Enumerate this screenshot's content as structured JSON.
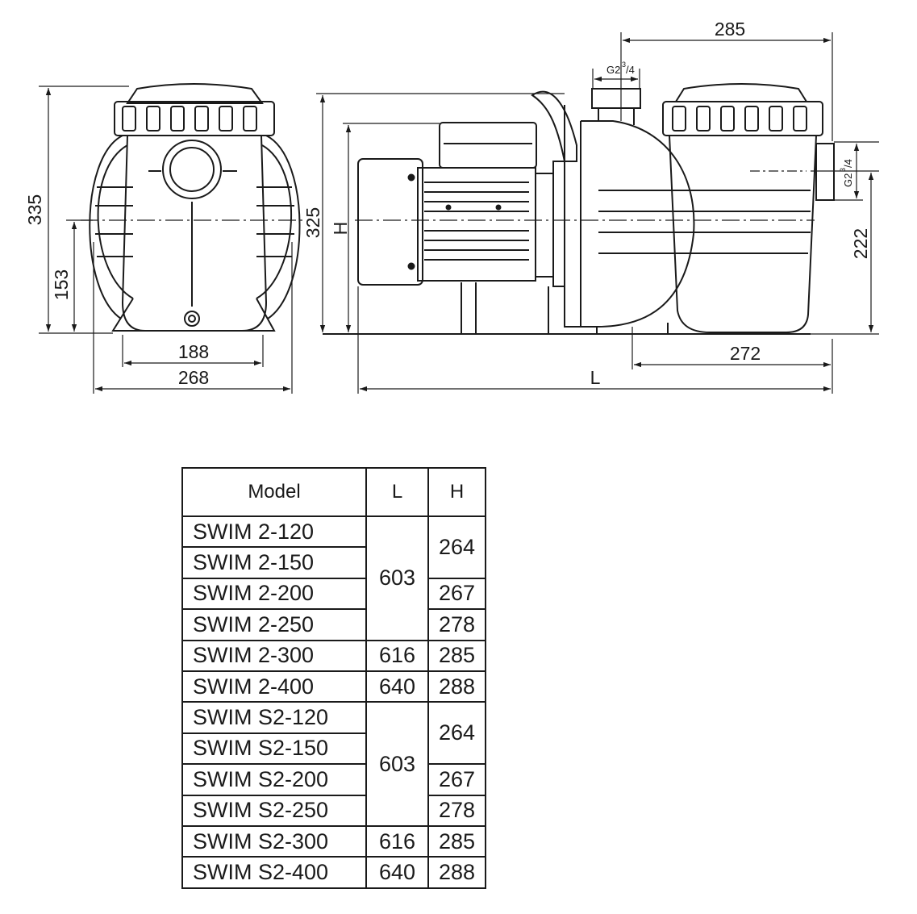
{
  "dimensions": {
    "front_height_total": "335",
    "front_axis_height": "153",
    "front_foot_spacing": "188",
    "front_width": "268",
    "side_height_total": "325",
    "side_height_var": "H",
    "side_top_to_outlet": "285",
    "side_axis_to_base": "222",
    "side_base_to_end": "272",
    "side_length_var": "L"
  },
  "threads": {
    "top_outlet": {
      "base": "G2",
      "num": "3",
      "den": "/4"
    },
    "side_inlet": {
      "base": "G2",
      "num": "3",
      "den": "/4"
    }
  },
  "table": {
    "headers": {
      "model": "Model",
      "l": "L",
      "h": "H"
    },
    "rows": [
      {
        "model": "SWIM 2-120",
        "l": "603",
        "h": "264"
      },
      {
        "model": "SWIM 2-150",
        "l": "603",
        "h": "264"
      },
      {
        "model": "SWIM 2-200",
        "l": "603",
        "h": "267"
      },
      {
        "model": "SWIM 2-250",
        "l": "603",
        "h": "278"
      },
      {
        "model": "SWIM 2-300",
        "l": "616",
        "h": "285"
      },
      {
        "model": "SWIM 2-400",
        "l": "640",
        "h": "288"
      },
      {
        "model": "SWIM S2-120",
        "l": "603",
        "h": "264"
      },
      {
        "model": "SWIM S2-150",
        "l": "603",
        "h": "264"
      },
      {
        "model": "SWIM S2-200",
        "l": "603",
        "h": "267"
      },
      {
        "model": "SWIM S2-250",
        "l": "603",
        "h": "278"
      },
      {
        "model": "SWIM S2-300",
        "l": "616",
        "h": "285"
      },
      {
        "model": "SWIM S2-400",
        "l": "640",
        "h": "288"
      }
    ]
  }
}
